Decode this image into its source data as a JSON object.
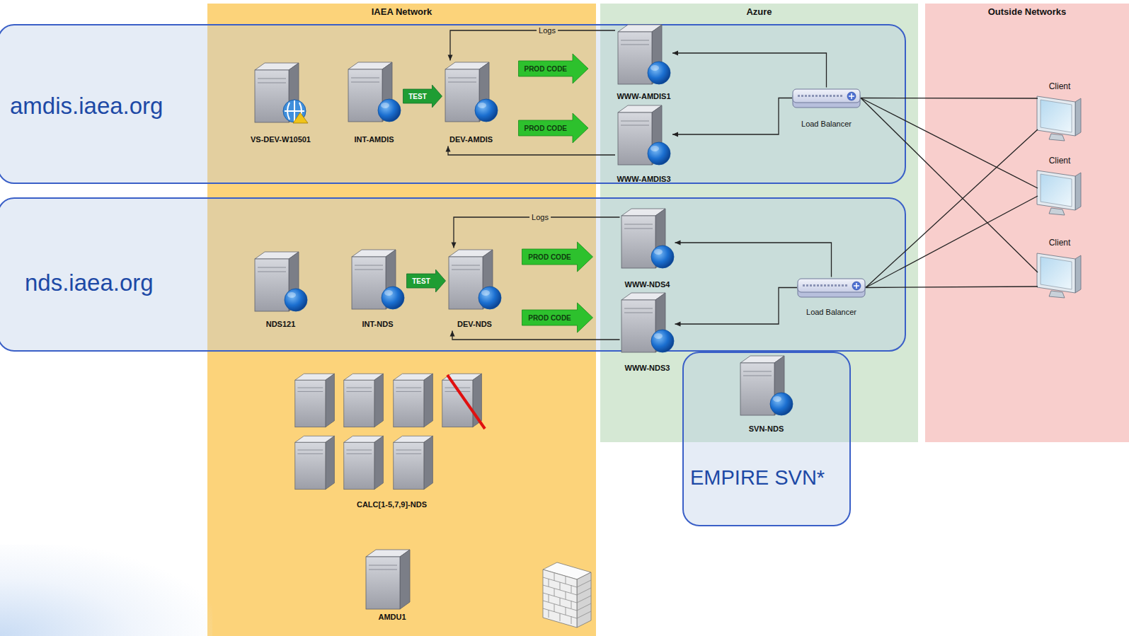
{
  "diagram": {
    "nodes": [
      {
        "text": [
          "IAEA Network"
        ]
      },
      {
        "text": [
          "Azure"
        ]
      },
      {
        "text": [
          "Outside Networks"
        ]
      },
      {
        "text": [
          "amdis.iaea.org"
        ]
      },
      {
        "text": [
          "VS-DEV-W10501"
        ],
        "in": 3
      },
      {
        "text": [
          "INT-AMDIS"
        ],
        "in": 3
      },
      {
        "text": [
          "DEV-AMDIS"
        ],
        "in": 3
      },
      {
        "text": [
          "WWW-AMDIS1"
        ],
        "in": 3
      },
      {
        "text": [
          "WWW-AMDIS3"
        ],
        "in": 3
      },
      {
        "text": [
          "Load Balancer"
        ],
        "in": 3
      },
      {
        "text": [
          "nds.iaea.org"
        ]
      },
      {
        "text": [
          "NDS121"
        ],
        "in": 10
      },
      {
        "text": [
          "INT-NDS"
        ],
        "in": 10
      },
      {
        "text": [
          "DEV-NDS"
        ],
        "in": 10
      },
      {
        "text": [
          "WWW-NDS4"
        ],
        "in": 10
      },
      {
        "text": [
          "WWW-NDS3"
        ],
        "in": 10
      },
      {
        "text": [
          "Load Balancer"
        ],
        "in": 10
      },
      {
        "text": [
          "Client"
        ],
        "in": 2
      },
      {
        "text": [
          "Client"
        ],
        "in": 2
      },
      {
        "text": [
          "Client"
        ],
        "in": 2
      },
      {
        "text": [
          "EMPIRE SVN*"
        ]
      },
      {
        "text": [
          "SVN-NDS"
        ],
        "in": 20
      },
      {
        "text": [
          "CALC[1-5,7,9]-NDS"
        ],
        "in": 0
      },
      {
        "text": [
          "AMDU1"
        ],
        "in": 0
      }
    ],
    "edges": [
      {
        "from": 5,
        "to": 6,
        "label": "TEST",
        "arrow": "to"
      },
      {
        "from": 6,
        "to": 7,
        "label": "PROD CODE",
        "arrow": "to"
      },
      {
        "from": 6,
        "to": 8,
        "label": "PROD CODE",
        "arrow": "to"
      },
      {
        "from": 7,
        "to": 6,
        "label": "Logs",
        "arrow": "to"
      },
      {
        "from": 8,
        "to": 6,
        "arrow": "to"
      },
      {
        "from": 9,
        "to": 7,
        "arrow": "to"
      },
      {
        "from": 9,
        "to": 8,
        "arrow": "to"
      },
      {
        "from": 9,
        "to": 17,
        "arrow": "none"
      },
      {
        "from": 9,
        "to": 18,
        "arrow": "none"
      },
      {
        "from": 9,
        "to": 19,
        "arrow": "none"
      },
      {
        "from": 12,
        "to": 13,
        "label": "TEST",
        "arrow": "to"
      },
      {
        "from": 13,
        "to": 14,
        "label": "PROD CODE",
        "arrow": "to"
      },
      {
        "from": 13,
        "to": 15,
        "label": "PROD CODE",
        "arrow": "to"
      },
      {
        "from": 14,
        "to": 13,
        "label": "Logs",
        "arrow": "to"
      },
      {
        "from": 15,
        "to": 13,
        "arrow": "to"
      },
      {
        "from": 16,
        "to": 14,
        "arrow": "to"
      },
      {
        "from": 16,
        "to": 15,
        "arrow": "to"
      },
      {
        "from": 16,
        "to": 17,
        "arrow": "none"
      },
      {
        "from": 16,
        "to": 18,
        "arrow": "none"
      },
      {
        "from": 16,
        "to": 19,
        "arrow": "none"
      }
    ]
  }
}
